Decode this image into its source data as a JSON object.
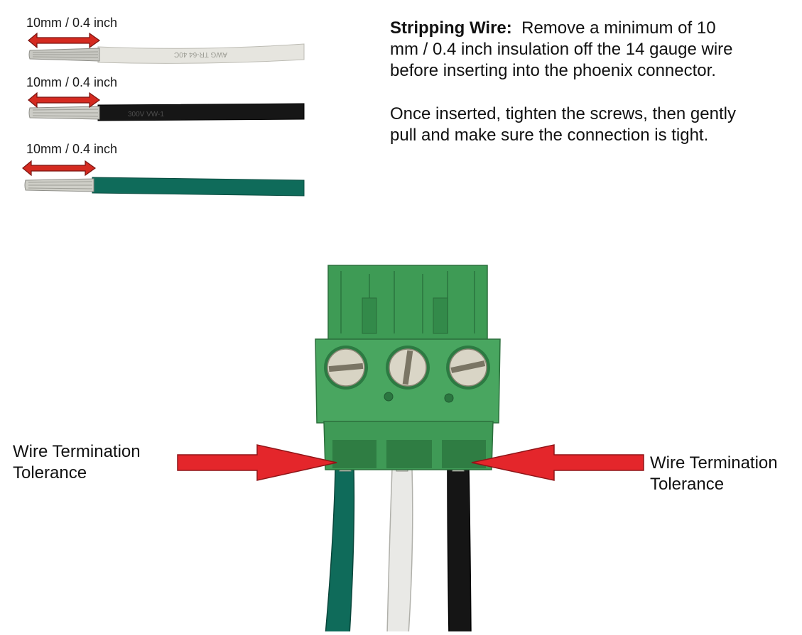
{
  "wires": [
    {
      "label": "10mm / 0.4 inch",
      "insulation_color": "#e6e5df",
      "print_text": "AWG TR-64 40C"
    },
    {
      "label": "10mm / 0.4 inch",
      "insulation_color": "#161616",
      "print_text": "300V VW-1"
    },
    {
      "label": "10mm / 0.4 inch",
      "insulation_color": "#0f6b5a",
      "print_text": ""
    }
  ],
  "instructions": {
    "heading": "Stripping Wire:",
    "paragraph1_body": "Remove a minimum of 10 mm / 0.4 inch insulation off the 14 gauge wire before inserting into the phoenix connector.",
    "paragraph2": "Once inserted, tighten the screws, then gently pull and make sure the connection is tight."
  },
  "connector": {
    "body_color": "#3e9b55",
    "arrow_color": "#e4262b",
    "left_label_line1": "Wire Termination",
    "left_label_line2": "Tolerance",
    "right_label_line1": "Wire Termination",
    "right_label_line2": "Tolerance",
    "wire_colors": [
      "#0f6b5a",
      "#e9e9e6",
      "#151515"
    ]
  }
}
